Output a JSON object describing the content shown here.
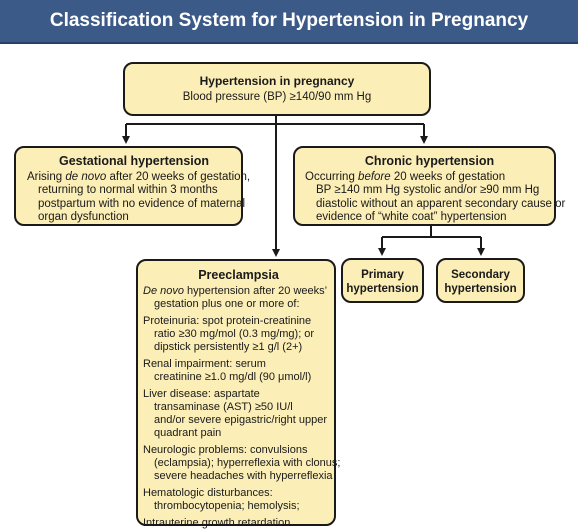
{
  "header": {
    "title": "Classification System for Hypertension in Pregnancy"
  },
  "root": {
    "title": "Hypertension in pregnancy",
    "line1": "Blood pressure (BP) ≥140/90 mm Hg"
  },
  "gestational": {
    "title": "Gestational hypertension",
    "l1_pre": "Arising ",
    "l1_em": "de novo",
    "l1_post": " after 20 weeks of gestation,",
    "l2": "returning to normal within 3 months",
    "l3": "postpartum with no evidence of maternal",
    "l4": "organ dysfunction"
  },
  "chronic": {
    "title": "Chronic hypertension",
    "l1_pre": "Occurring ",
    "l1_em": "before",
    "l1_post": " 20 weeks of gestation",
    "l2": "BP ≥140 mm Hg systolic and/or ≥90 mm Hg",
    "l3": "diastolic without an apparent secondary cause or",
    "l4": "evidence of “white coat” hypertension"
  },
  "primary": {
    "l1": "Primary",
    "l2": "hypertension"
  },
  "secondary": {
    "l1": "Secondary",
    "l2": "hypertension"
  },
  "preeclampsia": {
    "title": "Preeclampsia",
    "intro_em": "De novo",
    "intro_post": " hypertension after 20 weeks’",
    "intro_l2": "gestation plus one or more of:",
    "items": [
      {
        "l1": "Proteinuria: spot protein-creatinine",
        "l2": "ratio ≥30 mg/mol (0.3 mg/mg); or",
        "l3": "dipstick persistently ≥1 g/l (2+)"
      },
      {
        "l1": "Renal impairment: serum",
        "l2": "creatinine ≥1.0 mg/dl (90 μmol/l)"
      },
      {
        "l1": "Liver disease: aspartate",
        "l2": "transaminase (AST) ≥50 IU/l",
        "l3": "and/or severe epigastric/right upper",
        "l4": "quadrant pain"
      },
      {
        "l1": "Neurologic problems: convulsions",
        "l2": "(eclampsia); hyperreflexia with clonus;",
        "l3": "severe headaches with hyperreflexia"
      },
      {
        "l1": "Hematologic disturbances:",
        "l2": "thrombocytopenia; hemolysis;"
      },
      {
        "l1": "Intrauterine growth retardation"
      }
    ]
  }
}
